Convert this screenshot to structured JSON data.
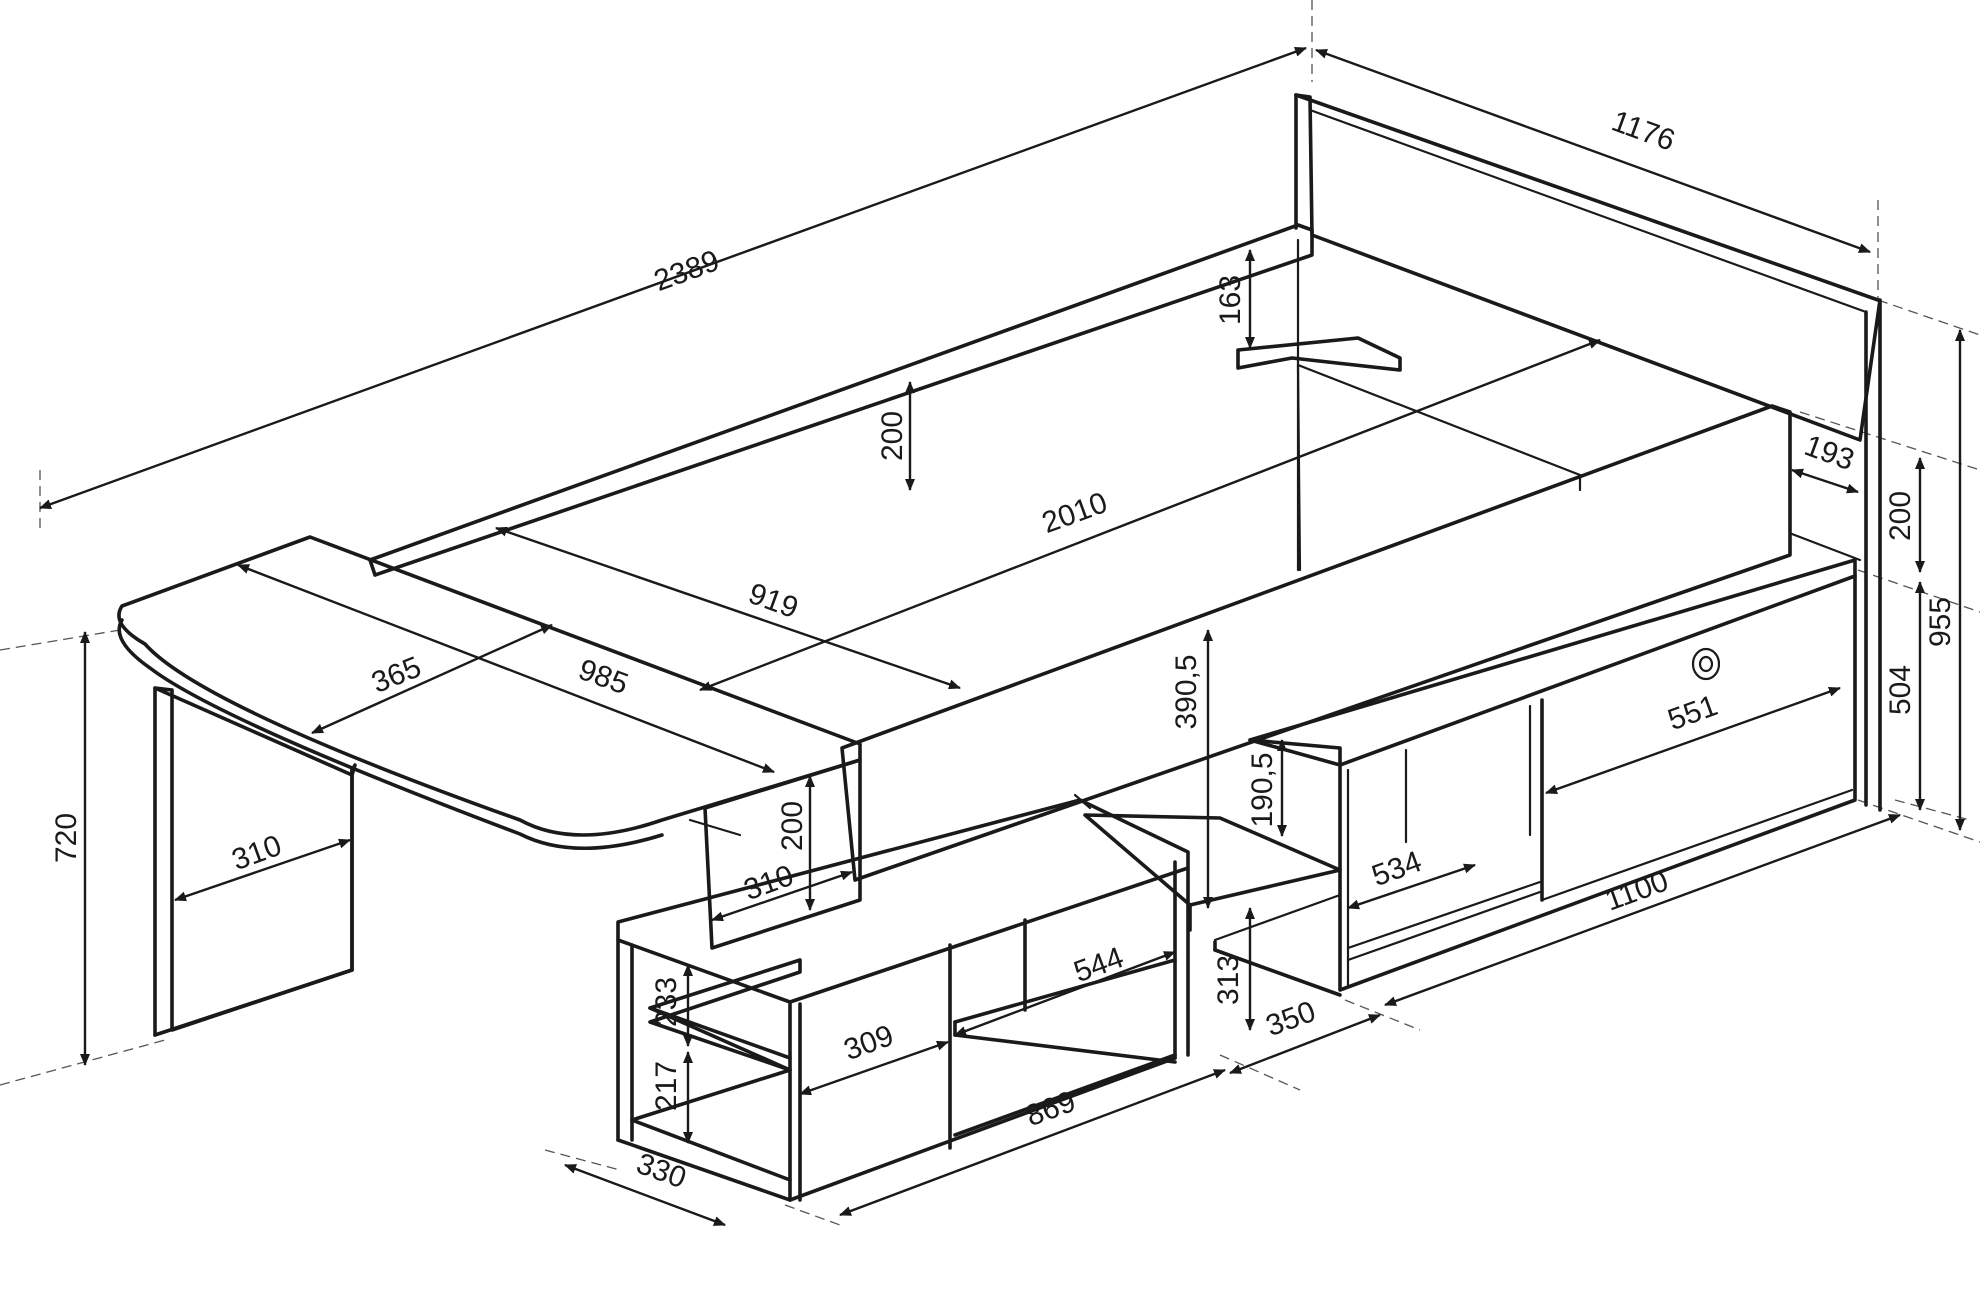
{
  "dimensions": {
    "overall_length": "2389",
    "overall_depth": "1176",
    "shelf_gap": "163",
    "headboard_rail": "200",
    "mattress_length": "2010",
    "mattress_width": "919",
    "desk_depth": "365",
    "desk_width": "985",
    "desk_height": "720",
    "desk_leg": "310",
    "desk_support_height": "200",
    "desk_support_width": "310",
    "bed_height_mid": "390,5",
    "drawer_opening": "190,5",
    "headrest_depth": "193",
    "side_rail": "200",
    "total_height": "955",
    "drawer_height": "504",
    "drawer_width": "551",
    "niche_width": "534",
    "cabinet_length": "1100",
    "shelf_width": "544",
    "upper_compartment": "233",
    "lower_compartment": "217",
    "compartment_depth": "309",
    "base_clearance": "313",
    "gap_length": "350",
    "bookcase_length": "869",
    "bookcase_depth": "330"
  },
  "colors": {
    "line": "#1a1a1a",
    "background": "#ffffff"
  }
}
